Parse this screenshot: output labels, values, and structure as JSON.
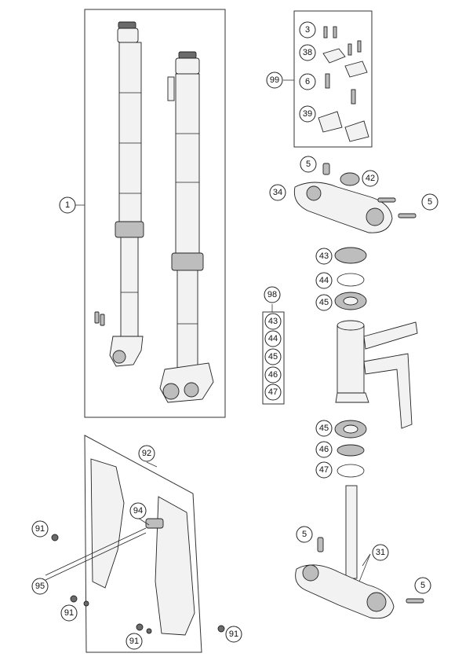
{
  "callouts": {
    "c1": "1",
    "c3": "3",
    "c38": "38",
    "c99": "99",
    "c6": "6",
    "c39": "39",
    "c5a": "5",
    "c42": "42",
    "c34": "34",
    "c5b": "5",
    "c43a": "43",
    "c44a": "44",
    "c45a": "45",
    "c98": "98",
    "c43b": "43",
    "c44b": "44",
    "c45b": "45",
    "c46b": "46",
    "c47b": "47",
    "c45c": "45",
    "c46c": "46",
    "c47c": "47",
    "c92": "92",
    "c94": "94",
    "c91a": "91",
    "c95": "95",
    "c91b": "91",
    "c91c": "91",
    "c91d": "91",
    "c5c": "5",
    "c31": "31",
    "c5d": "5"
  }
}
